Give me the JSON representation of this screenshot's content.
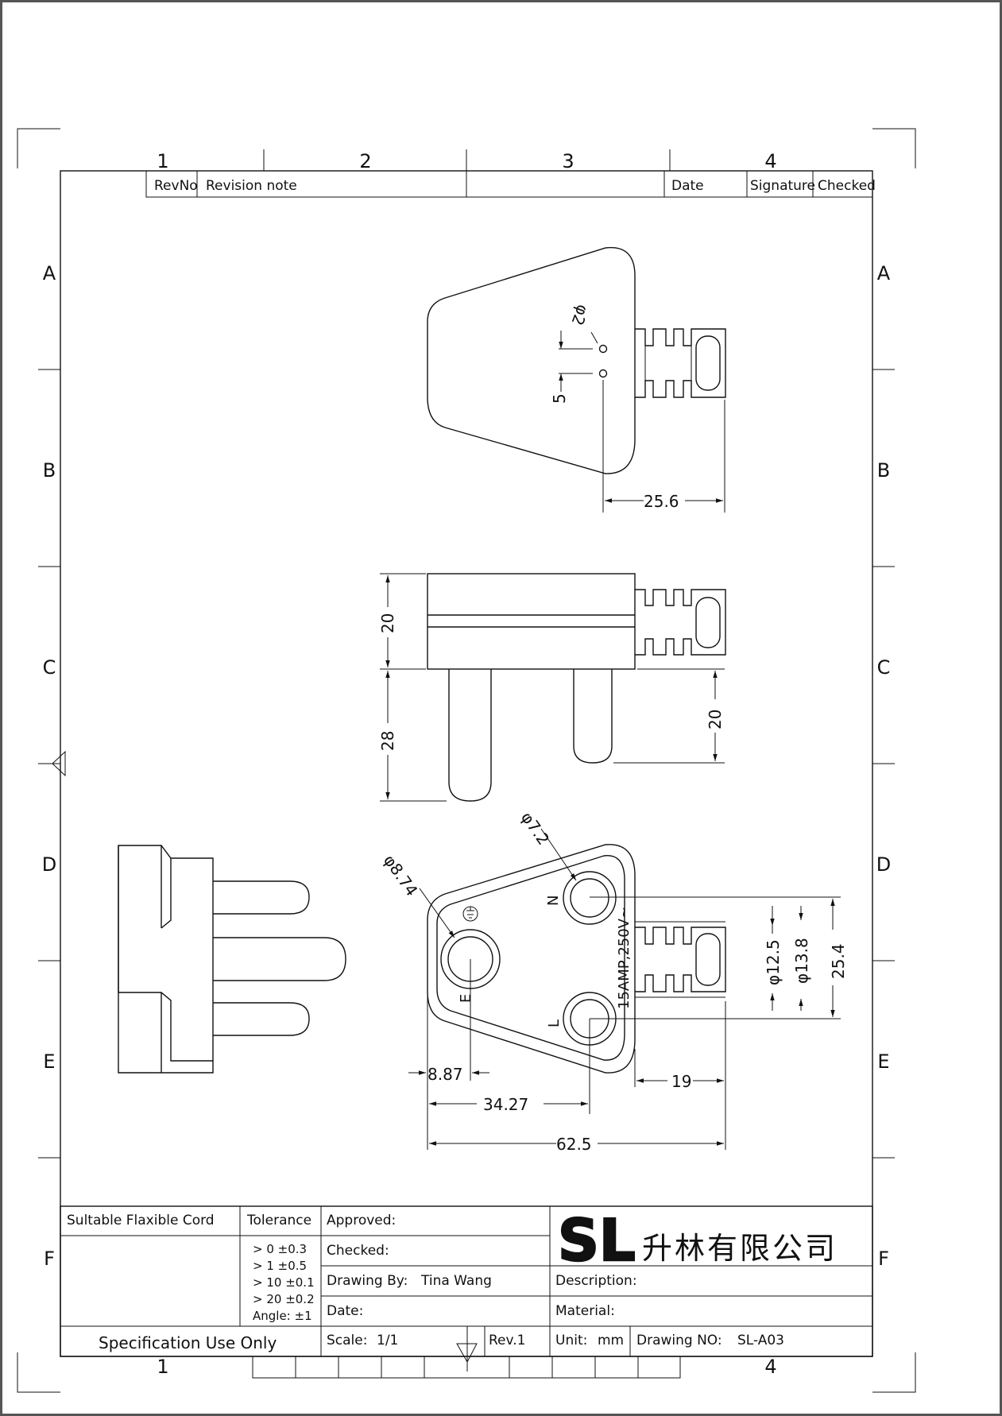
{
  "zones": {
    "columns": [
      "1",
      "2",
      "3",
      "4"
    ],
    "rows": [
      "A",
      "B",
      "C",
      "D",
      "E",
      "F"
    ],
    "bottom_columns": [
      "1",
      "4"
    ]
  },
  "revision_table": {
    "rev_no": "RevNo",
    "revision_note": "Revision note",
    "date": "Date",
    "signature": "Signature",
    "checked": "Checked"
  },
  "dimensions": {
    "top_hole_dia": "φ2",
    "top_pitch": "5",
    "top_depth": "25.6",
    "side_body_height": "20",
    "side_long_pin": "28",
    "side_short_pin": "20",
    "front_n_pin": "φ7.2",
    "front_e_pin": "φ8.74",
    "cord_dia_inner": "φ12.5",
    "cord_dia_outer": "φ13.8",
    "pin_spacing": "25.4",
    "e_offset": "8.87",
    "e_to_l": "34.27",
    "overall_width": "62.5",
    "cord_length": "19"
  },
  "markings": {
    "rating": "15AMP,250V~",
    "n_label": "N",
    "l_label": "L",
    "e_label": "E",
    "earth_symbol": "⏚"
  },
  "title_block": {
    "cord_label": "Sultable Flaxible Cord",
    "tolerance_label": "Tolerance",
    "tolerances": [
      "> 0  ±0.3",
      "> 1  ±0.5",
      "> 10  ±0.1",
      "> 20  ±0.2",
      "Angle: ±1"
    ],
    "approved": "Approved:",
    "checked": "Checked:",
    "drawing_by": "Drawing By:",
    "drawer": "Tina Wang",
    "date": "Date:",
    "description": "Description:",
    "material": "Material:",
    "spec": "Specification Use Only",
    "scale_label": "Scale:",
    "scale_value": "1/1",
    "rev": "Rev.1",
    "unit_label": "Unit:",
    "unit_value": "mm",
    "drawing_no_label": "Drawing NO:",
    "drawing_no": "SL-A03",
    "company_logo": "SL",
    "company_name": "升林有限公司"
  },
  "colors": {
    "ink": "#111111",
    "paper": "#ffffff"
  }
}
